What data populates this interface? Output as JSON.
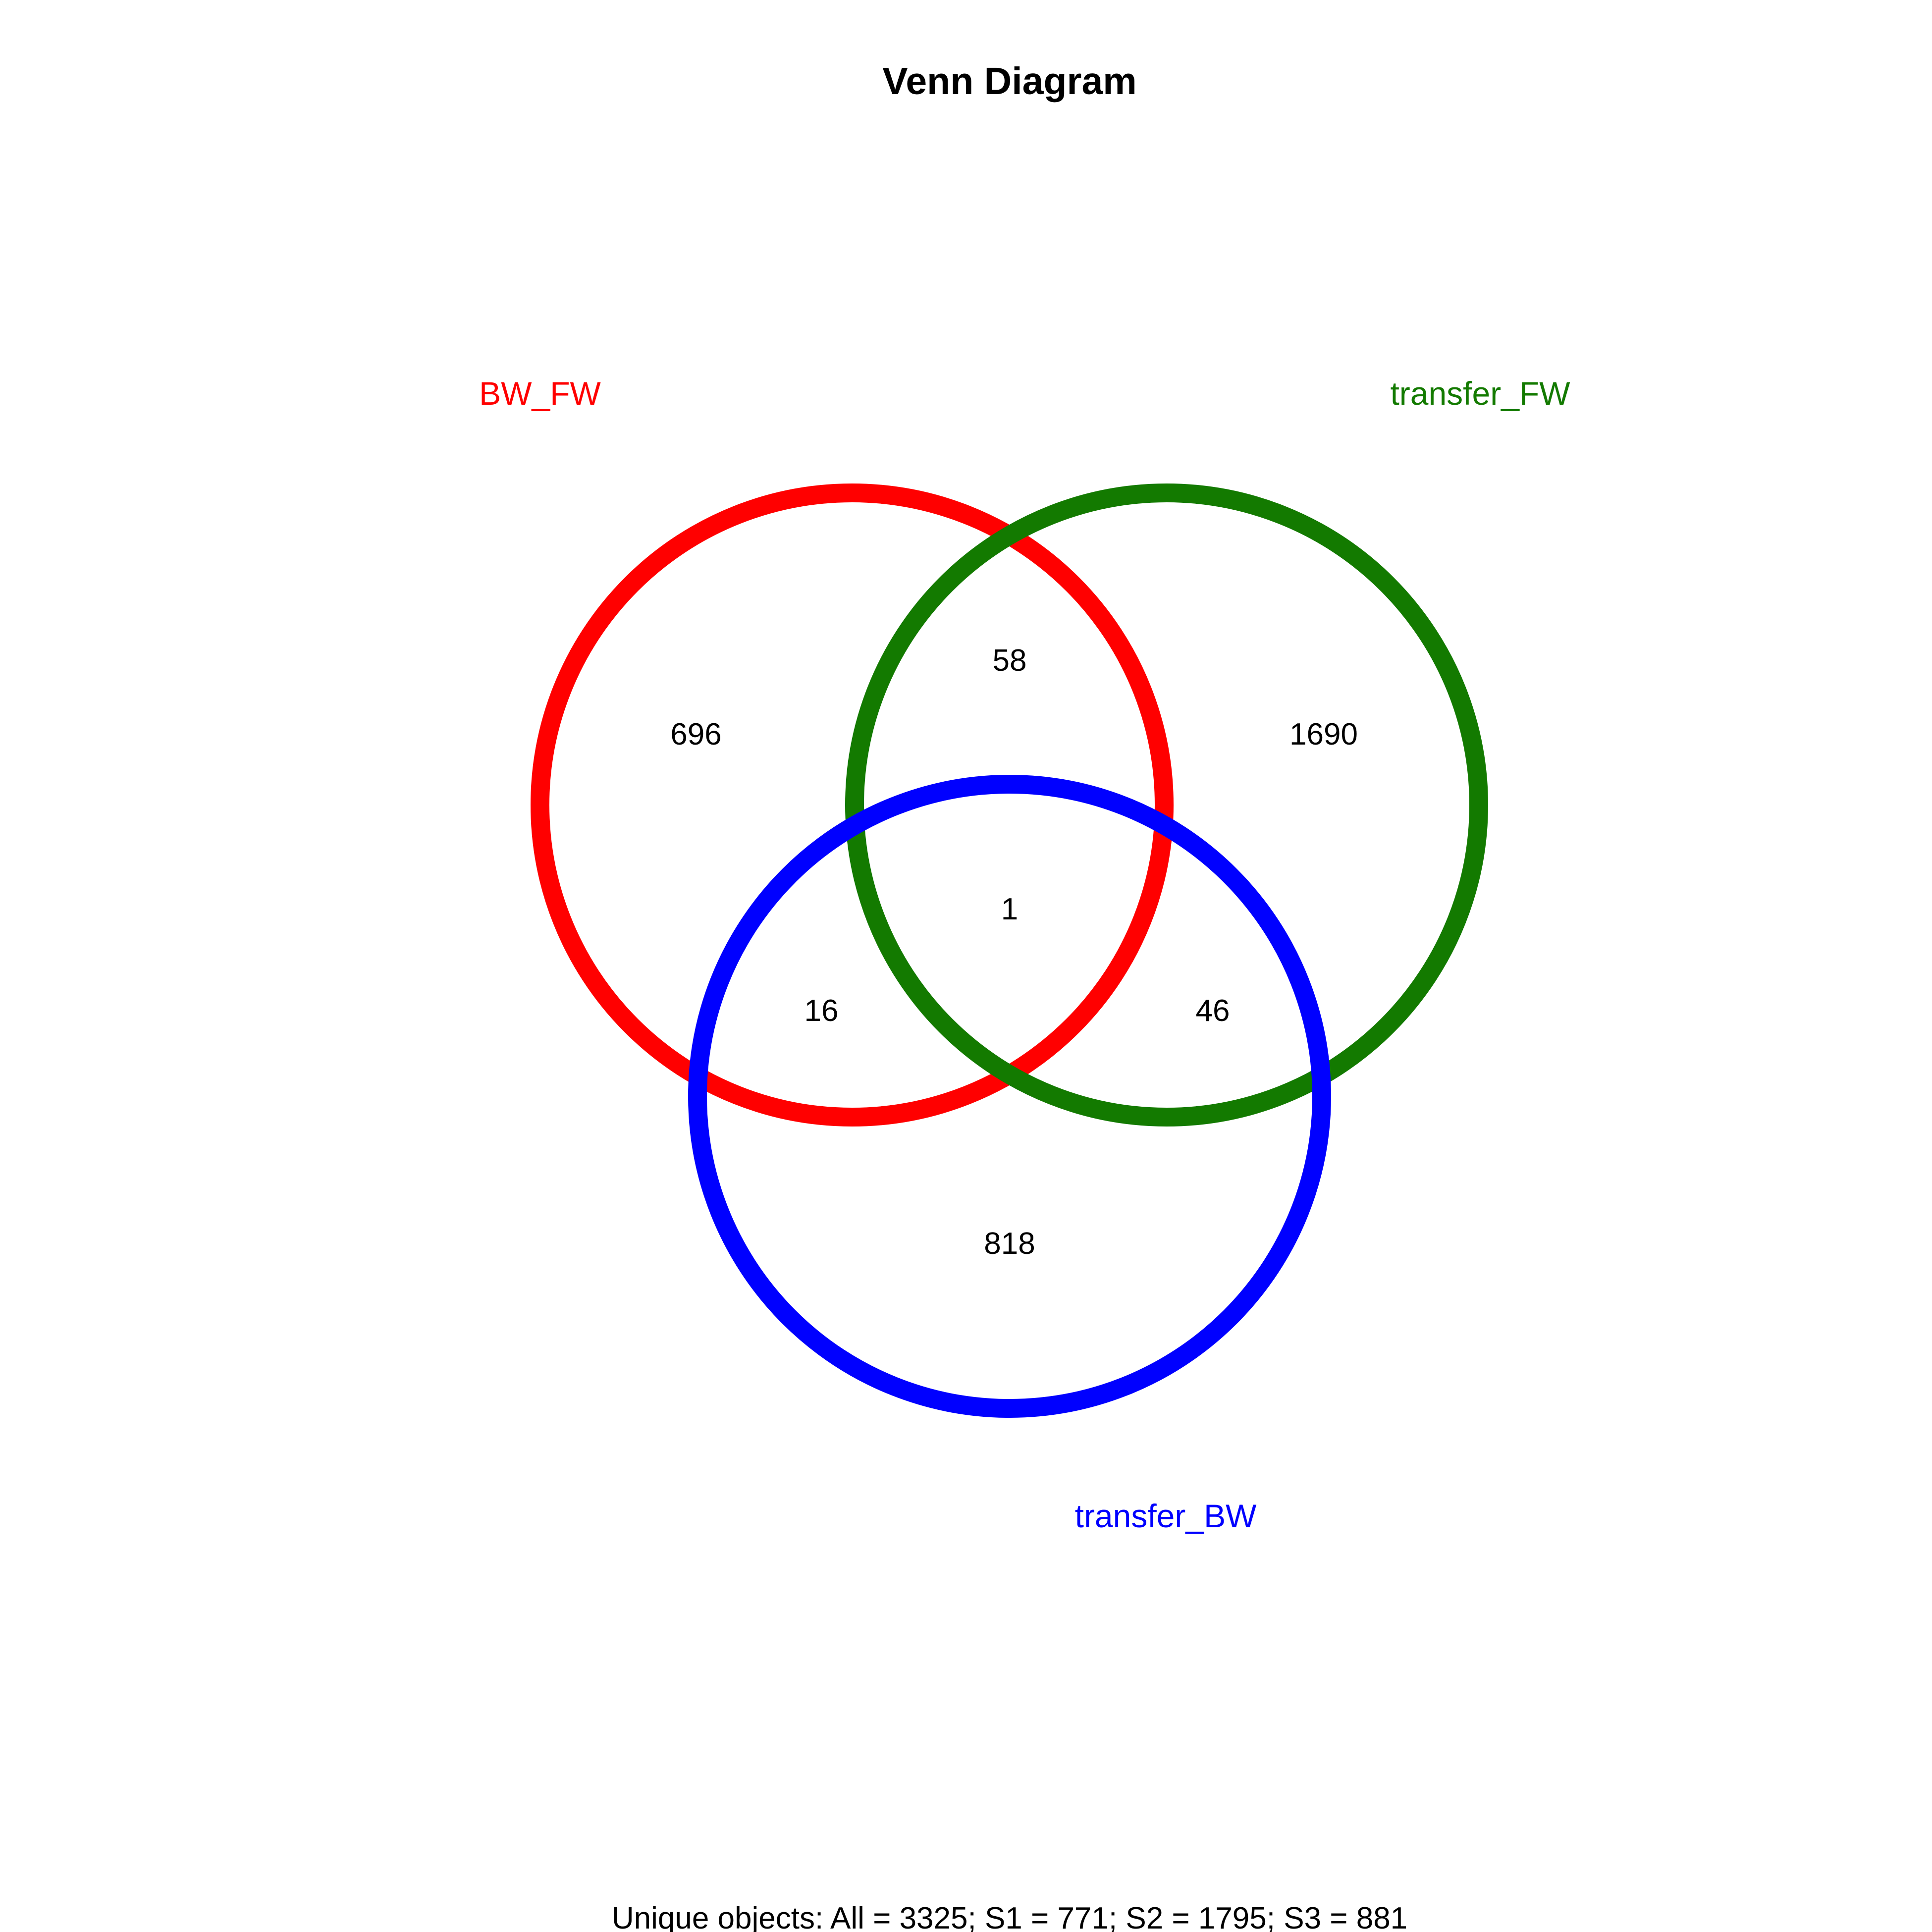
{
  "title": "Venn Diagram",
  "sets": [
    {
      "id": "S1",
      "label": "BW_FW",
      "color": "#FF0000"
    },
    {
      "id": "S2",
      "label": "transfer_FW",
      "color": "#137A00"
    },
    {
      "id": "S3",
      "label": "transfer_BW",
      "color": "#0000FF"
    }
  ],
  "regions": {
    "only_s1": "696",
    "only_s2": "1690",
    "only_s3": "818",
    "s1_s2": "58",
    "s1_s3": "16",
    "s2_s3": "46",
    "s1_s2_s3": "1"
  },
  "footer": "Unique objects: All = 3325; S1 = 771; S2 = 1795; S3 = 881"
}
